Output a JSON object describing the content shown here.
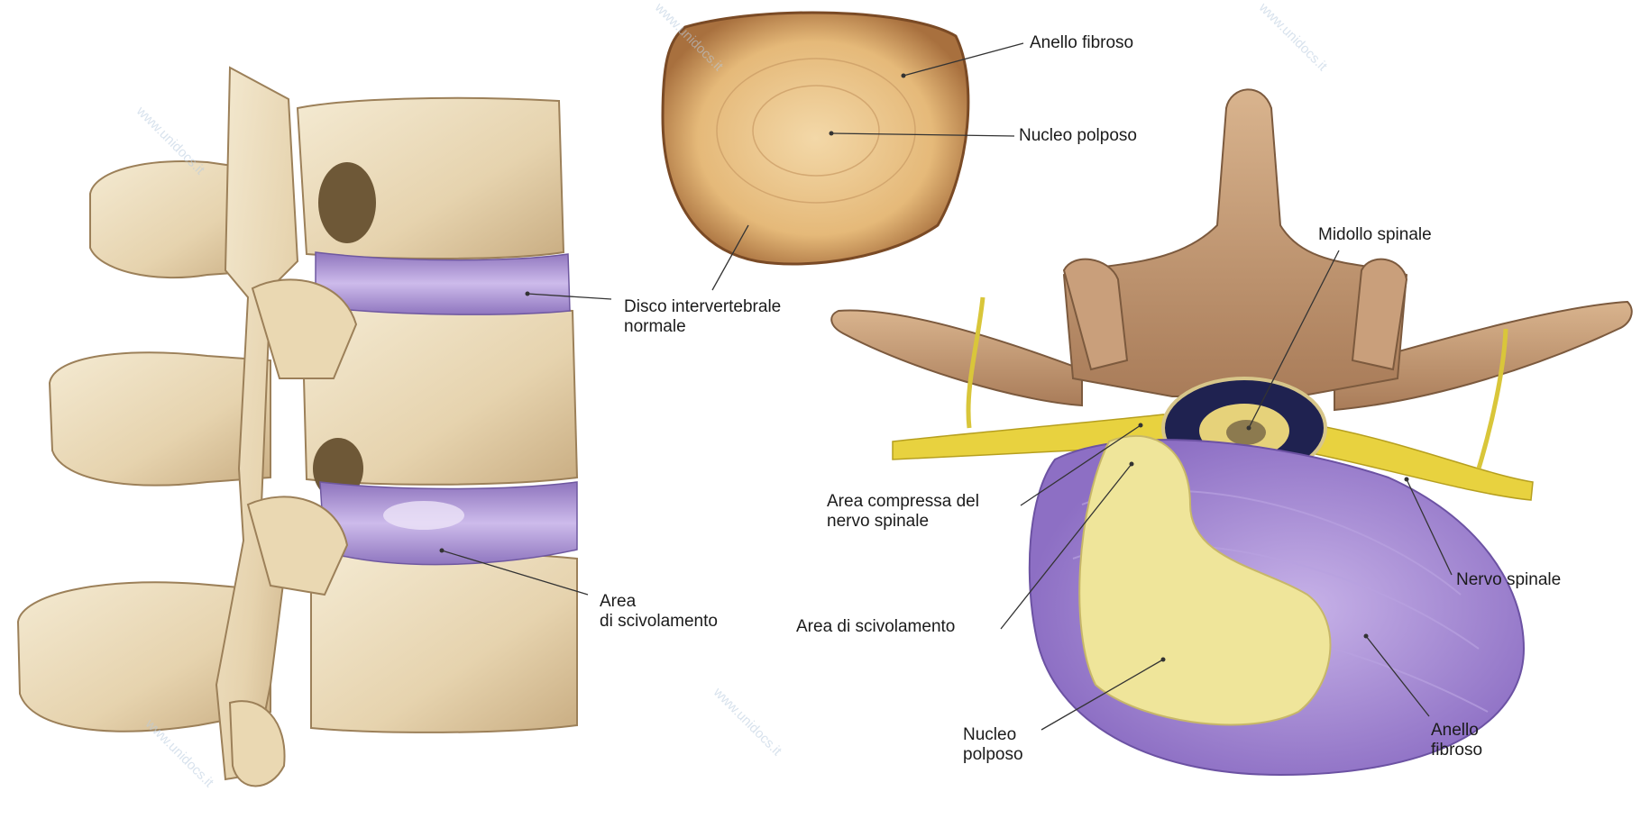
{
  "labels": {
    "anello_fibroso_top": "Anello fibroso",
    "nucleo_polposo_top": "Nucleo polposo",
    "disco_line1": "Disco intervertebrale",
    "disco_line2": "normale",
    "area_scivolamento_left_line1": "Area",
    "area_scivolamento_left_line2": "di scivolamento",
    "midollo_spinale": "Midollo spinale",
    "area_compressa_line1": "Area compressa del",
    "area_compressa_line2": "nervo spinale",
    "nervo_spinale": "Nervo spinale",
    "area_scivolamento_right": "Area di scivolamento",
    "nucleo_polposo_bottom_line1": "Nucleo",
    "nucleo_polposo_bottom_line2": "polposo",
    "anello_fibroso_bottom_line1": "Anello",
    "anello_fibroso_bottom_line2": "fibroso"
  },
  "watermark": "www.unidocs.it",
  "colors": {
    "bone": "#e8d7b6",
    "bone_shadow": "#bfa47c",
    "disc_purple": "#a98fcf",
    "disc_light": "#d8c9ee",
    "nucleus_yellow": "#efe59a",
    "nerve_yellow": "#e8d23f",
    "label_line": "#333333"
  }
}
